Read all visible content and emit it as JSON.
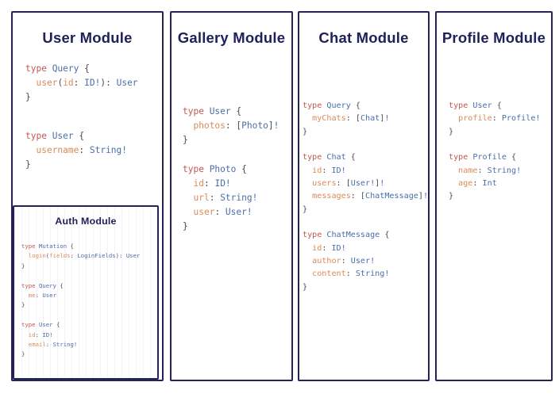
{
  "colors": {
    "border": "#232355",
    "title": "#20215a",
    "keyword": "#c05a52",
    "type_name": "#4a6fa8",
    "field_name": "#d98b5a",
    "punctuation": "#4d4d4d",
    "background": "#ffffff"
  },
  "modules": {
    "user": {
      "title": "User Module",
      "blocks": [
        {
          "lines": [
            [
              {
                "t": "type ",
                "c": "k-type"
              },
              {
                "t": "Query",
                "c": "k-name"
              },
              {
                "t": " {",
                "c": "k-punct"
              }
            ],
            [
              {
                "t": "  ",
                "c": "k-punct"
              },
              {
                "t": "user",
                "c": "k-field"
              },
              {
                "t": "(",
                "c": "k-punct"
              },
              {
                "t": "id",
                "c": "k-field"
              },
              {
                "t": ": ",
                "c": "k-punct"
              },
              {
                "t": "ID!",
                "c": "k-name"
              },
              {
                "t": "): ",
                "c": "k-punct"
              },
              {
                "t": "User",
                "c": "k-name"
              }
            ],
            [
              {
                "t": "}",
                "c": "k-punct"
              }
            ]
          ]
        },
        {
          "lines": [
            [
              {
                "t": "type ",
                "c": "k-type"
              },
              {
                "t": "User",
                "c": "k-name"
              },
              {
                "t": " {",
                "c": "k-punct"
              }
            ],
            [
              {
                "t": "  ",
                "c": "k-punct"
              },
              {
                "t": "username",
                "c": "k-field"
              },
              {
                "t": ": ",
                "c": "k-punct"
              },
              {
                "t": "String!",
                "c": "k-name"
              }
            ],
            [
              {
                "t": "}",
                "c": "k-punct"
              }
            ]
          ]
        }
      ]
    },
    "auth": {
      "title": "Auth Module",
      "blocks": [
        {
          "lines": [
            [
              {
                "t": "type ",
                "c": "k-type"
              },
              {
                "t": "Mutation",
                "c": "k-name"
              },
              {
                "t": " {",
                "c": "k-punct"
              }
            ],
            [
              {
                "t": "  ",
                "c": "k-punct"
              },
              {
                "t": "login",
                "c": "k-field"
              },
              {
                "t": "(",
                "c": "k-punct"
              },
              {
                "t": "fields",
                "c": "k-field"
              },
              {
                "t": ": ",
                "c": "k-punct"
              },
              {
                "t": "LoginFields",
                "c": "k-name"
              },
              {
                "t": "): ",
                "c": "k-punct"
              },
              {
                "t": "User",
                "c": "k-name"
              }
            ],
            [
              {
                "t": "}",
                "c": "k-punct"
              }
            ],
            [
              {
                "t": "",
                "c": "k-punct"
              }
            ],
            [
              {
                "t": "type ",
                "c": "k-type"
              },
              {
                "t": "Query",
                "c": "k-name"
              },
              {
                "t": " {",
                "c": "k-punct"
              }
            ],
            [
              {
                "t": "  ",
                "c": "k-punct"
              },
              {
                "t": "me",
                "c": "k-field"
              },
              {
                "t": ": ",
                "c": "k-punct"
              },
              {
                "t": "User",
                "c": "k-name"
              }
            ],
            [
              {
                "t": "}",
                "c": "k-punct"
              }
            ],
            [
              {
                "t": "",
                "c": "k-punct"
              }
            ],
            [
              {
                "t": "type ",
                "c": "k-type"
              },
              {
                "t": "User",
                "c": "k-name"
              },
              {
                "t": " {",
                "c": "k-punct"
              }
            ],
            [
              {
                "t": "  ",
                "c": "k-punct"
              },
              {
                "t": "id",
                "c": "k-field"
              },
              {
                "t": ": ",
                "c": "k-punct"
              },
              {
                "t": "ID!",
                "c": "k-name"
              }
            ],
            [
              {
                "t": "  ",
                "c": "k-punct"
              },
              {
                "t": "email",
                "c": "k-field"
              },
              {
                "t": ": ",
                "c": "k-punct"
              },
              {
                "t": "String!",
                "c": "k-name"
              }
            ],
            [
              {
                "t": "}",
                "c": "k-punct"
              }
            ]
          ]
        }
      ]
    },
    "gallery": {
      "title": "Gallery Module",
      "blocks": [
        {
          "lines": [
            [
              {
                "t": "type ",
                "c": "k-type"
              },
              {
                "t": "User",
                "c": "k-name"
              },
              {
                "t": " {",
                "c": "k-punct"
              }
            ],
            [
              {
                "t": "  ",
                "c": "k-punct"
              },
              {
                "t": "photos",
                "c": "k-field"
              },
              {
                "t": ": [",
                "c": "k-punct"
              },
              {
                "t": "Photo",
                "c": "k-name"
              },
              {
                "t": "]",
                "c": "k-punct"
              },
              {
                "t": "!",
                "c": "k-name"
              }
            ],
            [
              {
                "t": "}",
                "c": "k-punct"
              }
            ],
            [
              {
                "t": "",
                "c": "k-punct"
              }
            ],
            [
              {
                "t": "type ",
                "c": "k-type"
              },
              {
                "t": "Photo",
                "c": "k-name"
              },
              {
                "t": " {",
                "c": "k-punct"
              }
            ],
            [
              {
                "t": "  ",
                "c": "k-punct"
              },
              {
                "t": "id",
                "c": "k-field"
              },
              {
                "t": ": ",
                "c": "k-punct"
              },
              {
                "t": "ID!",
                "c": "k-name"
              }
            ],
            [
              {
                "t": "  ",
                "c": "k-punct"
              },
              {
                "t": "url",
                "c": "k-field"
              },
              {
                "t": ": ",
                "c": "k-punct"
              },
              {
                "t": "String!",
                "c": "k-name"
              }
            ],
            [
              {
                "t": "  ",
                "c": "k-punct"
              },
              {
                "t": "user",
                "c": "k-field"
              },
              {
                "t": ": ",
                "c": "k-punct"
              },
              {
                "t": "User!",
                "c": "k-name"
              }
            ],
            [
              {
                "t": "}",
                "c": "k-punct"
              }
            ]
          ]
        }
      ]
    },
    "chat": {
      "title": "Chat Module",
      "blocks": [
        {
          "lines": [
            [
              {
                "t": "type ",
                "c": "k-type"
              },
              {
                "t": "Query",
                "c": "k-name"
              },
              {
                "t": " {",
                "c": "k-punct"
              }
            ],
            [
              {
                "t": "  ",
                "c": "k-punct"
              },
              {
                "t": "myChats",
                "c": "k-field"
              },
              {
                "t": ": [",
                "c": "k-punct"
              },
              {
                "t": "Chat",
                "c": "k-name"
              },
              {
                "t": "]",
                "c": "k-punct"
              },
              {
                "t": "!",
                "c": "k-name"
              }
            ],
            [
              {
                "t": "}",
                "c": "k-punct"
              }
            ],
            [
              {
                "t": "",
                "c": "k-punct"
              }
            ],
            [
              {
                "t": "type ",
                "c": "k-type"
              },
              {
                "t": "Chat",
                "c": "k-name"
              },
              {
                "t": " {",
                "c": "k-punct"
              }
            ],
            [
              {
                "t": "  ",
                "c": "k-punct"
              },
              {
                "t": "id",
                "c": "k-field"
              },
              {
                "t": ": ",
                "c": "k-punct"
              },
              {
                "t": "ID!",
                "c": "k-name"
              }
            ],
            [
              {
                "t": "  ",
                "c": "k-punct"
              },
              {
                "t": "users",
                "c": "k-field"
              },
              {
                "t": ": [",
                "c": "k-punct"
              },
              {
                "t": "User!",
                "c": "k-name"
              },
              {
                "t": "]",
                "c": "k-punct"
              },
              {
                "t": "!",
                "c": "k-name"
              }
            ],
            [
              {
                "t": "  ",
                "c": "k-punct"
              },
              {
                "t": "messages",
                "c": "k-field"
              },
              {
                "t": ": [",
                "c": "k-punct"
              },
              {
                "t": "ChatMessage",
                "c": "k-name"
              },
              {
                "t": "]",
                "c": "k-punct"
              },
              {
                "t": "!",
                "c": "k-name"
              }
            ],
            [
              {
                "t": "}",
                "c": "k-punct"
              }
            ],
            [
              {
                "t": "",
                "c": "k-punct"
              }
            ],
            [
              {
                "t": "type ",
                "c": "k-type"
              },
              {
                "t": "ChatMessage",
                "c": "k-name"
              },
              {
                "t": " {",
                "c": "k-punct"
              }
            ],
            [
              {
                "t": "  ",
                "c": "k-punct"
              },
              {
                "t": "id",
                "c": "k-field"
              },
              {
                "t": ": ",
                "c": "k-punct"
              },
              {
                "t": "ID!",
                "c": "k-name"
              }
            ],
            [
              {
                "t": "  ",
                "c": "k-punct"
              },
              {
                "t": "author",
                "c": "k-field"
              },
              {
                "t": ": ",
                "c": "k-punct"
              },
              {
                "t": "User!",
                "c": "k-name"
              }
            ],
            [
              {
                "t": "  ",
                "c": "k-punct"
              },
              {
                "t": "content",
                "c": "k-field"
              },
              {
                "t": ": ",
                "c": "k-punct"
              },
              {
                "t": "String!",
                "c": "k-name"
              }
            ],
            [
              {
                "t": "}",
                "c": "k-punct"
              }
            ]
          ]
        }
      ]
    },
    "profile": {
      "title": "Profile Module",
      "blocks": [
        {
          "lines": [
            [
              {
                "t": "type ",
                "c": "k-type"
              },
              {
                "t": "User",
                "c": "k-name"
              },
              {
                "t": " {",
                "c": "k-punct"
              }
            ],
            [
              {
                "t": "  ",
                "c": "k-punct"
              },
              {
                "t": "profile",
                "c": "k-field"
              },
              {
                "t": ": ",
                "c": "k-punct"
              },
              {
                "t": "Profile!",
                "c": "k-name"
              }
            ],
            [
              {
                "t": "}",
                "c": "k-punct"
              }
            ],
            [
              {
                "t": "",
                "c": "k-punct"
              }
            ],
            [
              {
                "t": "type ",
                "c": "k-type"
              },
              {
                "t": "Profile",
                "c": "k-name"
              },
              {
                "t": " {",
                "c": "k-punct"
              }
            ],
            [
              {
                "t": "  ",
                "c": "k-punct"
              },
              {
                "t": "name",
                "c": "k-field"
              },
              {
                "t": ": ",
                "c": "k-punct"
              },
              {
                "t": "String!",
                "c": "k-name"
              }
            ],
            [
              {
                "t": "  ",
                "c": "k-punct"
              },
              {
                "t": "age",
                "c": "k-field"
              },
              {
                "t": ": ",
                "c": "k-punct"
              },
              {
                "t": "Int",
                "c": "k-name"
              }
            ],
            [
              {
                "t": "}",
                "c": "k-punct"
              }
            ]
          ]
        }
      ]
    }
  }
}
